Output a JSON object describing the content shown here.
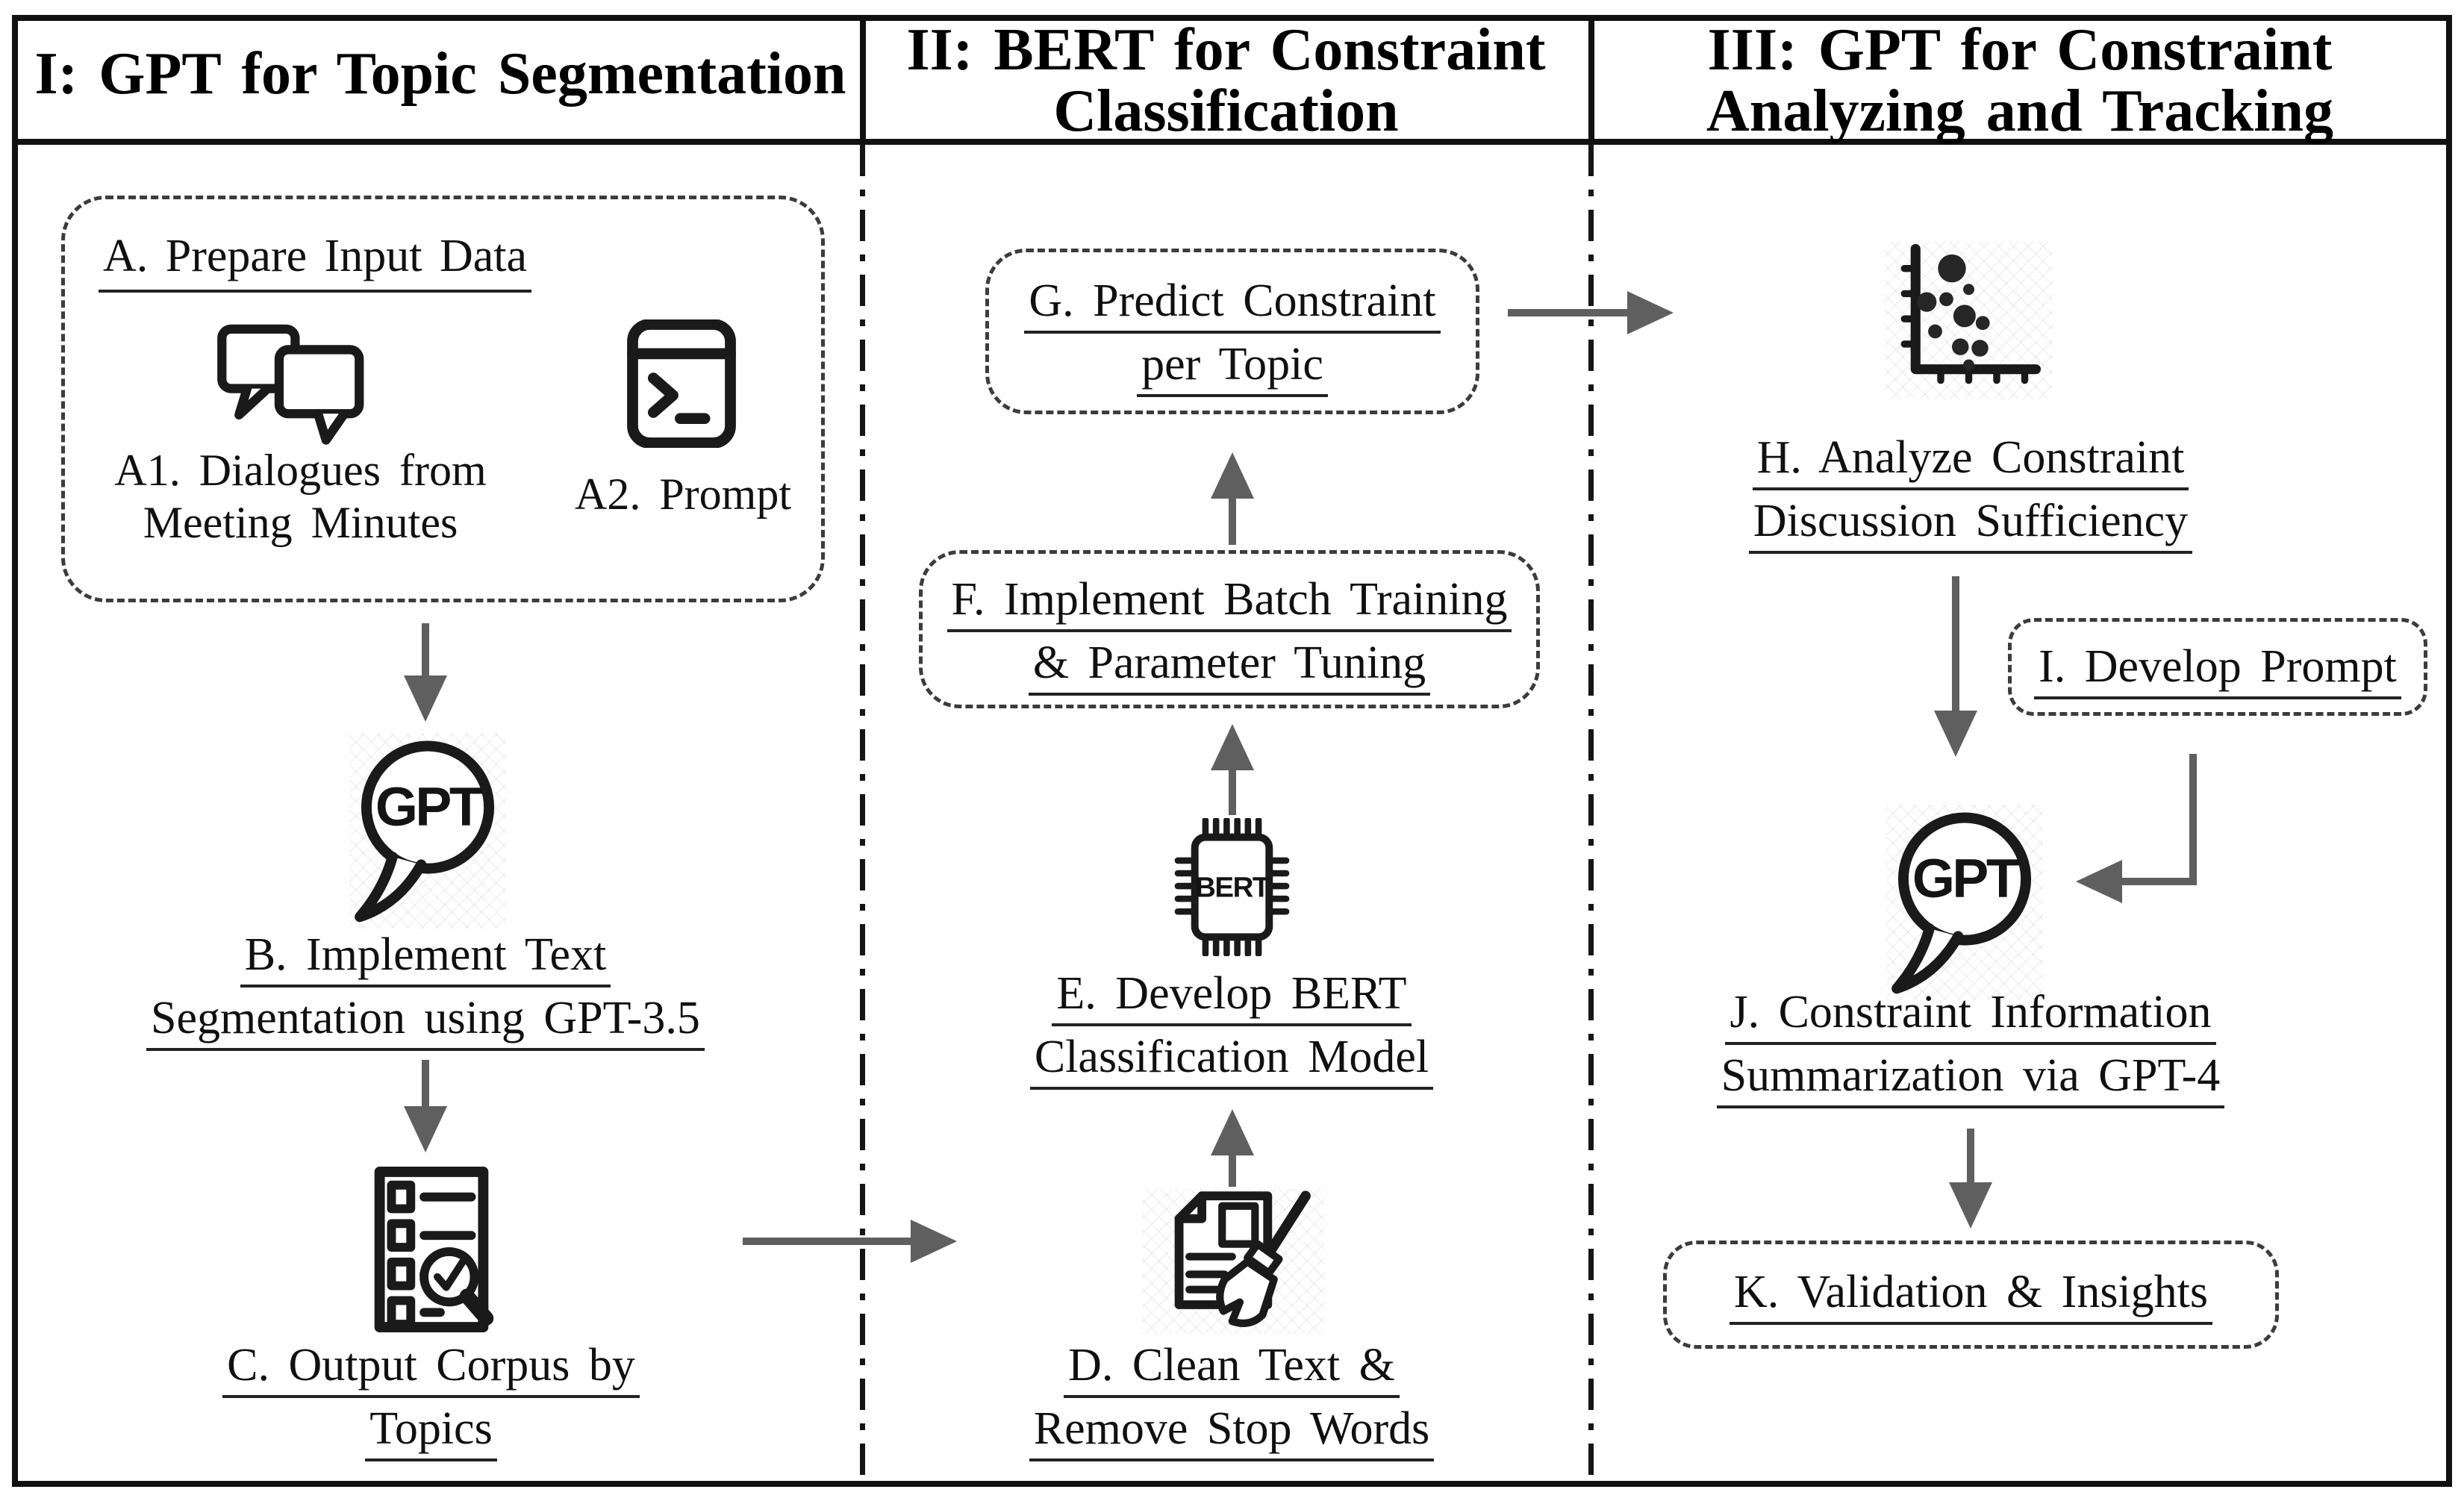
{
  "headers": {
    "col1_line1": "I: GPT for Topic Segmentation",
    "col2_line1": "II: BERT for Constraint",
    "col2_line2": "Classification",
    "col3_line1": "III: GPT for Constraint",
    "col3_line2": "Analyzing and Tracking"
  },
  "col1": {
    "a_title": "A. Prepare Input Data",
    "a1_line1": "A1. Dialogues from",
    "a1_line2": "Meeting Minutes",
    "a2_label": "A2. Prompt",
    "gpt_badge": "GPT",
    "b_line1": "B. Implement Text",
    "b_line2": "Segmentation using GPT-3.5",
    "c_line1": "C. Output Corpus by",
    "c_line2": "Topics"
  },
  "col2": {
    "g_line1": "G. Predict Constraint",
    "g_line2": "per Topic",
    "f_line1": "F. Implement Batch Training",
    "f_line2": "& Parameter Tuning",
    "bert_badge": "BERT",
    "e_line1": "E. Develop BERT",
    "e_line2": "Classification Model",
    "d_line1": "D. Clean Text &",
    "d_line2": "Remove Stop Words"
  },
  "col3": {
    "h_line1": "H. Analyze Constraint",
    "h_line2": "Discussion Sufficiency",
    "i_label": "I. Develop Prompt",
    "gpt_badge": "GPT",
    "j_line1": "J. Constraint Information",
    "j_line2": "Summarization via GPT-4",
    "k_label": "K. Validation & Insights"
  },
  "colors": {
    "ink": "#111111",
    "arrow_gray": "#5f5f5f",
    "dashed_border": "#3c3c3c",
    "background": "#ffffff"
  }
}
